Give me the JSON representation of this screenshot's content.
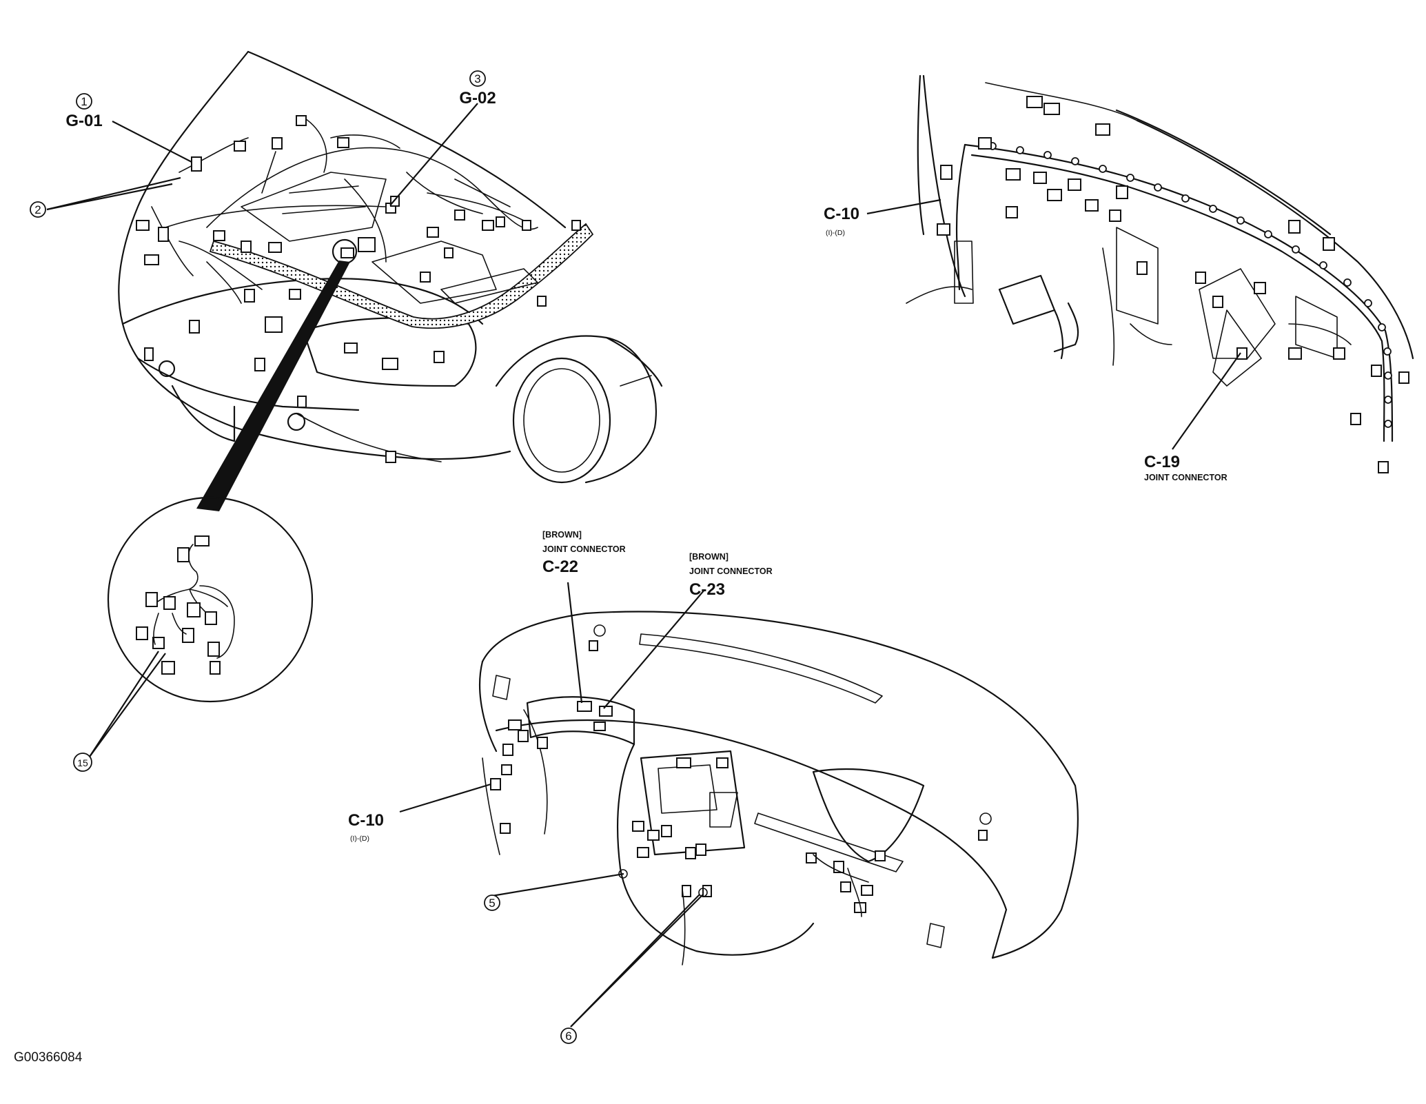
{
  "labels": {
    "g01": {
      "num": "1",
      "code": "G-01"
    },
    "g02": {
      "num": "3",
      "code": "G-02"
    },
    "item2": {
      "num": "2"
    },
    "item15": {
      "num": "15"
    },
    "c10_top": {
      "code": "C-10",
      "sub": "(I)-(D)"
    },
    "c19": {
      "code": "C-19",
      "sub": "JOINT CONNECTOR"
    },
    "c22": {
      "color": "[BROWN]",
      "sub": "JOINT CONNECTOR",
      "code": "C-22"
    },
    "c23": {
      "color": "[BROWN]",
      "sub": "JOINT CONNECTOR",
      "code": "C-23"
    },
    "c10_bottom": {
      "code": "C-10",
      "sub": "(I)-(D)"
    },
    "item5": {
      "num": "5"
    },
    "item6": {
      "num": "6"
    }
  },
  "figure_id": "G00366084"
}
